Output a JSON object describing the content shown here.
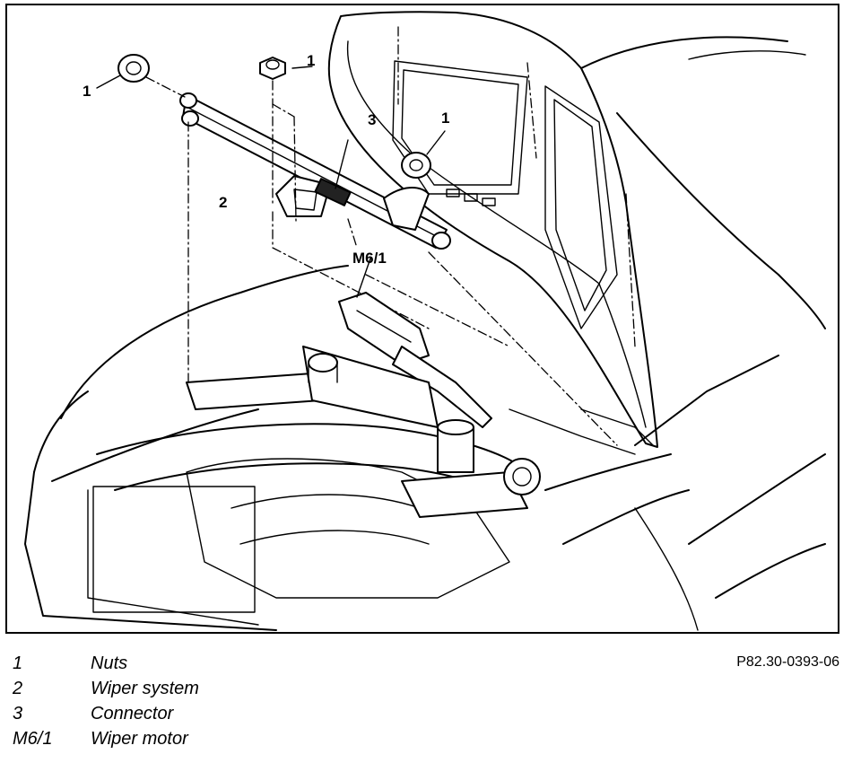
{
  "figure": {
    "callouts": {
      "nut_left": "1",
      "nut_top": "1",
      "nut_right": "1",
      "wiper_system": "2",
      "connector": "3",
      "wiper_motor": "M6/1"
    },
    "reference_code": "P82.30-0393-06"
  },
  "legend": [
    {
      "key": "1",
      "text": "Nuts"
    },
    {
      "key": "2",
      "text": "Wiper system"
    },
    {
      "key": "3",
      "text": "Connector"
    },
    {
      "key": "M6/1",
      "text": "Wiper motor"
    }
  ]
}
